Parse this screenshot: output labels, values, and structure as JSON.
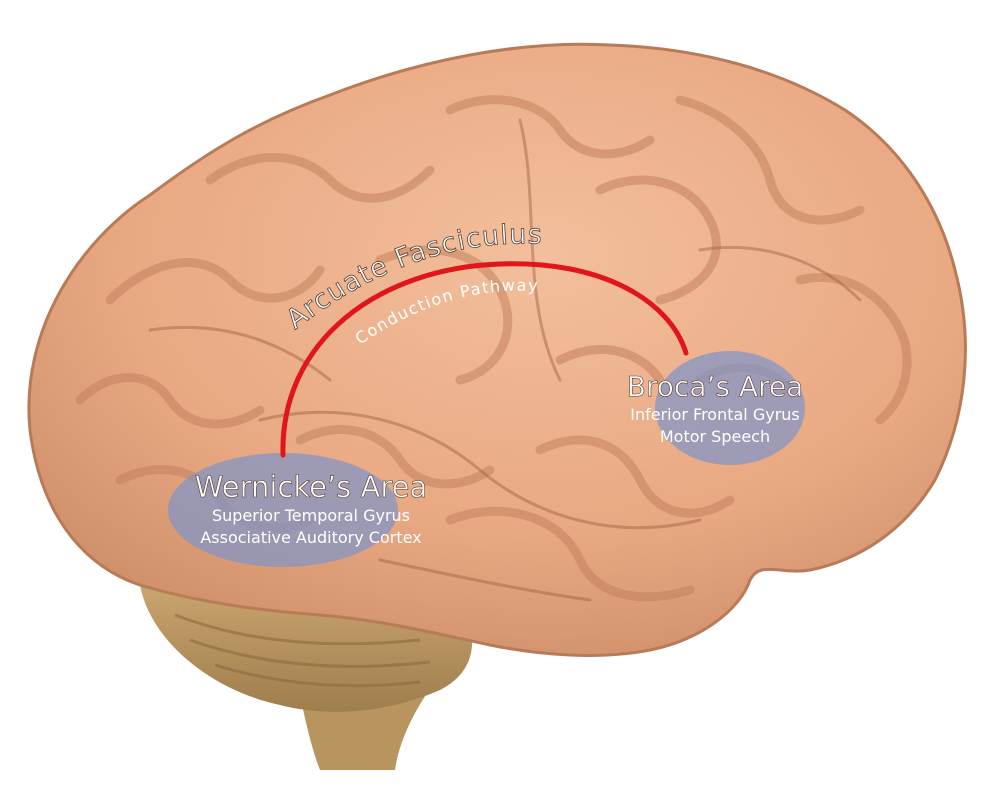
{
  "labels": {
    "pathway_title": "Arcuate Fasciculus",
    "pathway_subtitle": "Conduction Pathway",
    "broca_title": "Broca’s Area",
    "broca_line1": "Inferior Frontal Gyrus",
    "broca_line2": "Motor Speech",
    "wernicke_title": "Wernicke’s Area",
    "wernicke_line1": "Superior Temporal Gyrus",
    "wernicke_line2": "Associative Auditory Cortex"
  },
  "colors": {
    "background": "#ffffff",
    "cortex_fill": "#e8a882",
    "cortex_shadow": "#c98a66",
    "cortex_highlight": "#f6c7a6",
    "cerebellum_fill": "#c9a56e",
    "cerebellum_shadow": "#9f7e4d",
    "brainstem_fill": "#b8955f",
    "area_fill": "#7f94c8",
    "pathway_stroke": "#e0161c",
    "label_text": "#ffffff",
    "label_outline": "#5a3a2c"
  }
}
